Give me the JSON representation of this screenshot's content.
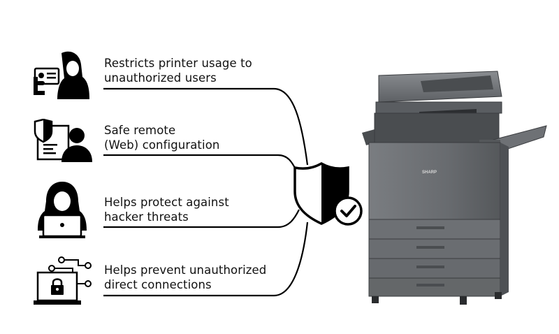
{
  "features": [
    {
      "line1": "Restricts printer usage to",
      "line2": "unauthorized users",
      "icon": "hacker-id-card-icon"
    },
    {
      "line1": "Safe remote",
      "line2": "(Web) configuration",
      "icon": "shield-user-screen-icon"
    },
    {
      "line1": "Helps protect against",
      "line2": "hacker threats",
      "icon": "hacker-laptop-icon"
    },
    {
      "line1": "Helps prevent unauthorized",
      "line2": "direct connections",
      "icon": "laptop-lock-network-icon"
    }
  ],
  "center_icon": "shield-check-icon",
  "device": {
    "brand": "SHARP",
    "image": "multifunction-printer"
  },
  "colors": {
    "ink": "#000000",
    "text": "#111111",
    "printer_body": "#6b6e72",
    "printer_dark": "#3a3c3f"
  }
}
